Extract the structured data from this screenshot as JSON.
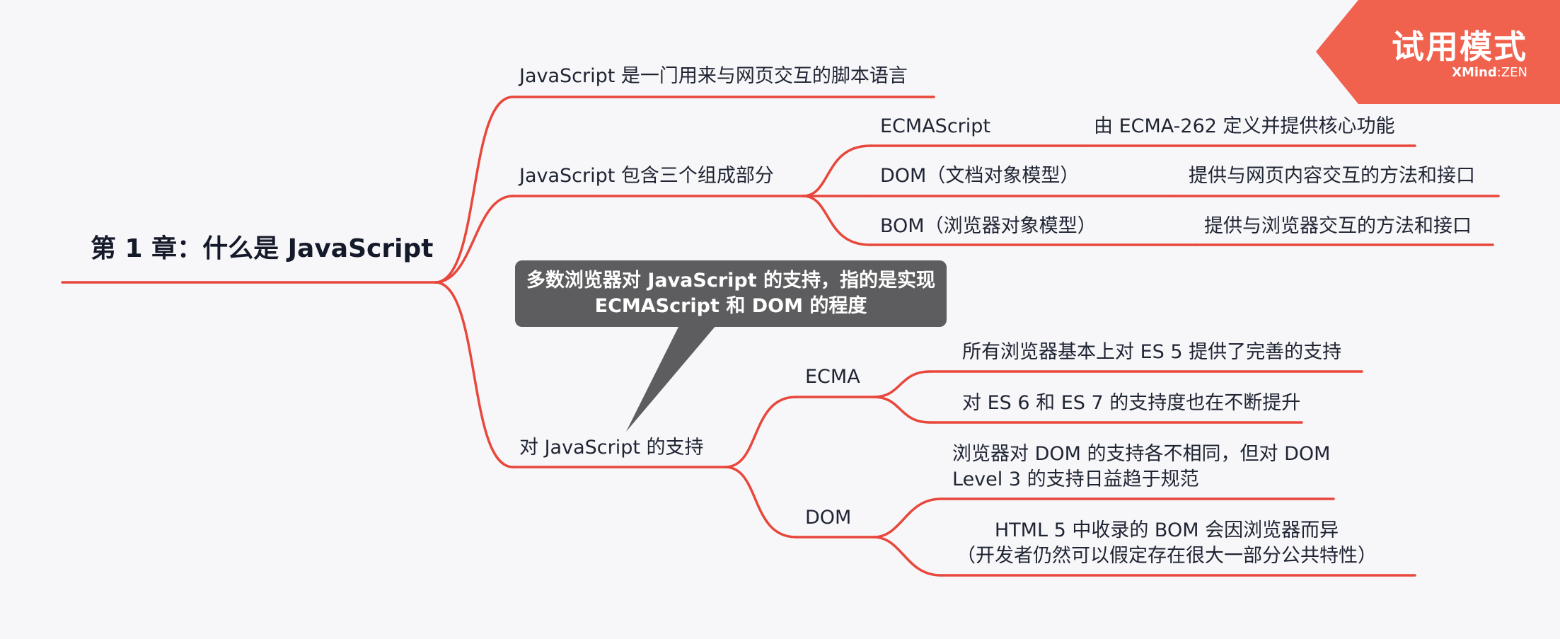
{
  "colors": {
    "branch": "#e8473c",
    "callout": "#5d5d5f",
    "badge": "#f0614e",
    "text": "#1f2433"
  },
  "badge": {
    "title": "试用模式",
    "brand": "XMind",
    "separator": ":",
    "edition": "ZEN"
  },
  "mindmap": {
    "central": "第 1 章：什么是 JavaScript",
    "branches": {
      "definition": "JavaScript 是一门用来与网页交互的脚本语言",
      "parts": {
        "label": "JavaScript 包含三个组成部分",
        "ecmascript": {
          "label": "ECMAScript",
          "detail": "由 ECMA-262 定义并提供核心功能"
        },
        "dom": {
          "label": "DOM（文档对象模型）",
          "detail": "提供与网页内容交互的方法和接口"
        },
        "bom": {
          "label": "BOM（浏览器对象模型）",
          "detail": "提供与浏览器交互的方法和接口"
        }
      },
      "support": {
        "label": "对 JavaScript 的支持",
        "callout": [
          "多数浏览器对 JavaScript 的支持，指的是实现",
          "ECMAScript 和 DOM 的程度"
        ],
        "ecma": {
          "label": "ECMA",
          "items": [
            "所有浏览器基本上对 ES 5 提供了完善的支持",
            "对 ES 6 和 ES 7 的支持度也在不断提升"
          ]
        },
        "dom": {
          "label": "DOM",
          "item1": [
            "浏览器对 DOM 的支持各不相同，但对 DOM",
            "Level 3 的支持日益趋于规范"
          ],
          "item2": [
            "HTML 5 中收录的 BOM 会因浏览器而异",
            "（开发者仍然可以假定存在很大一部分公共特性）"
          ]
        }
      }
    }
  }
}
